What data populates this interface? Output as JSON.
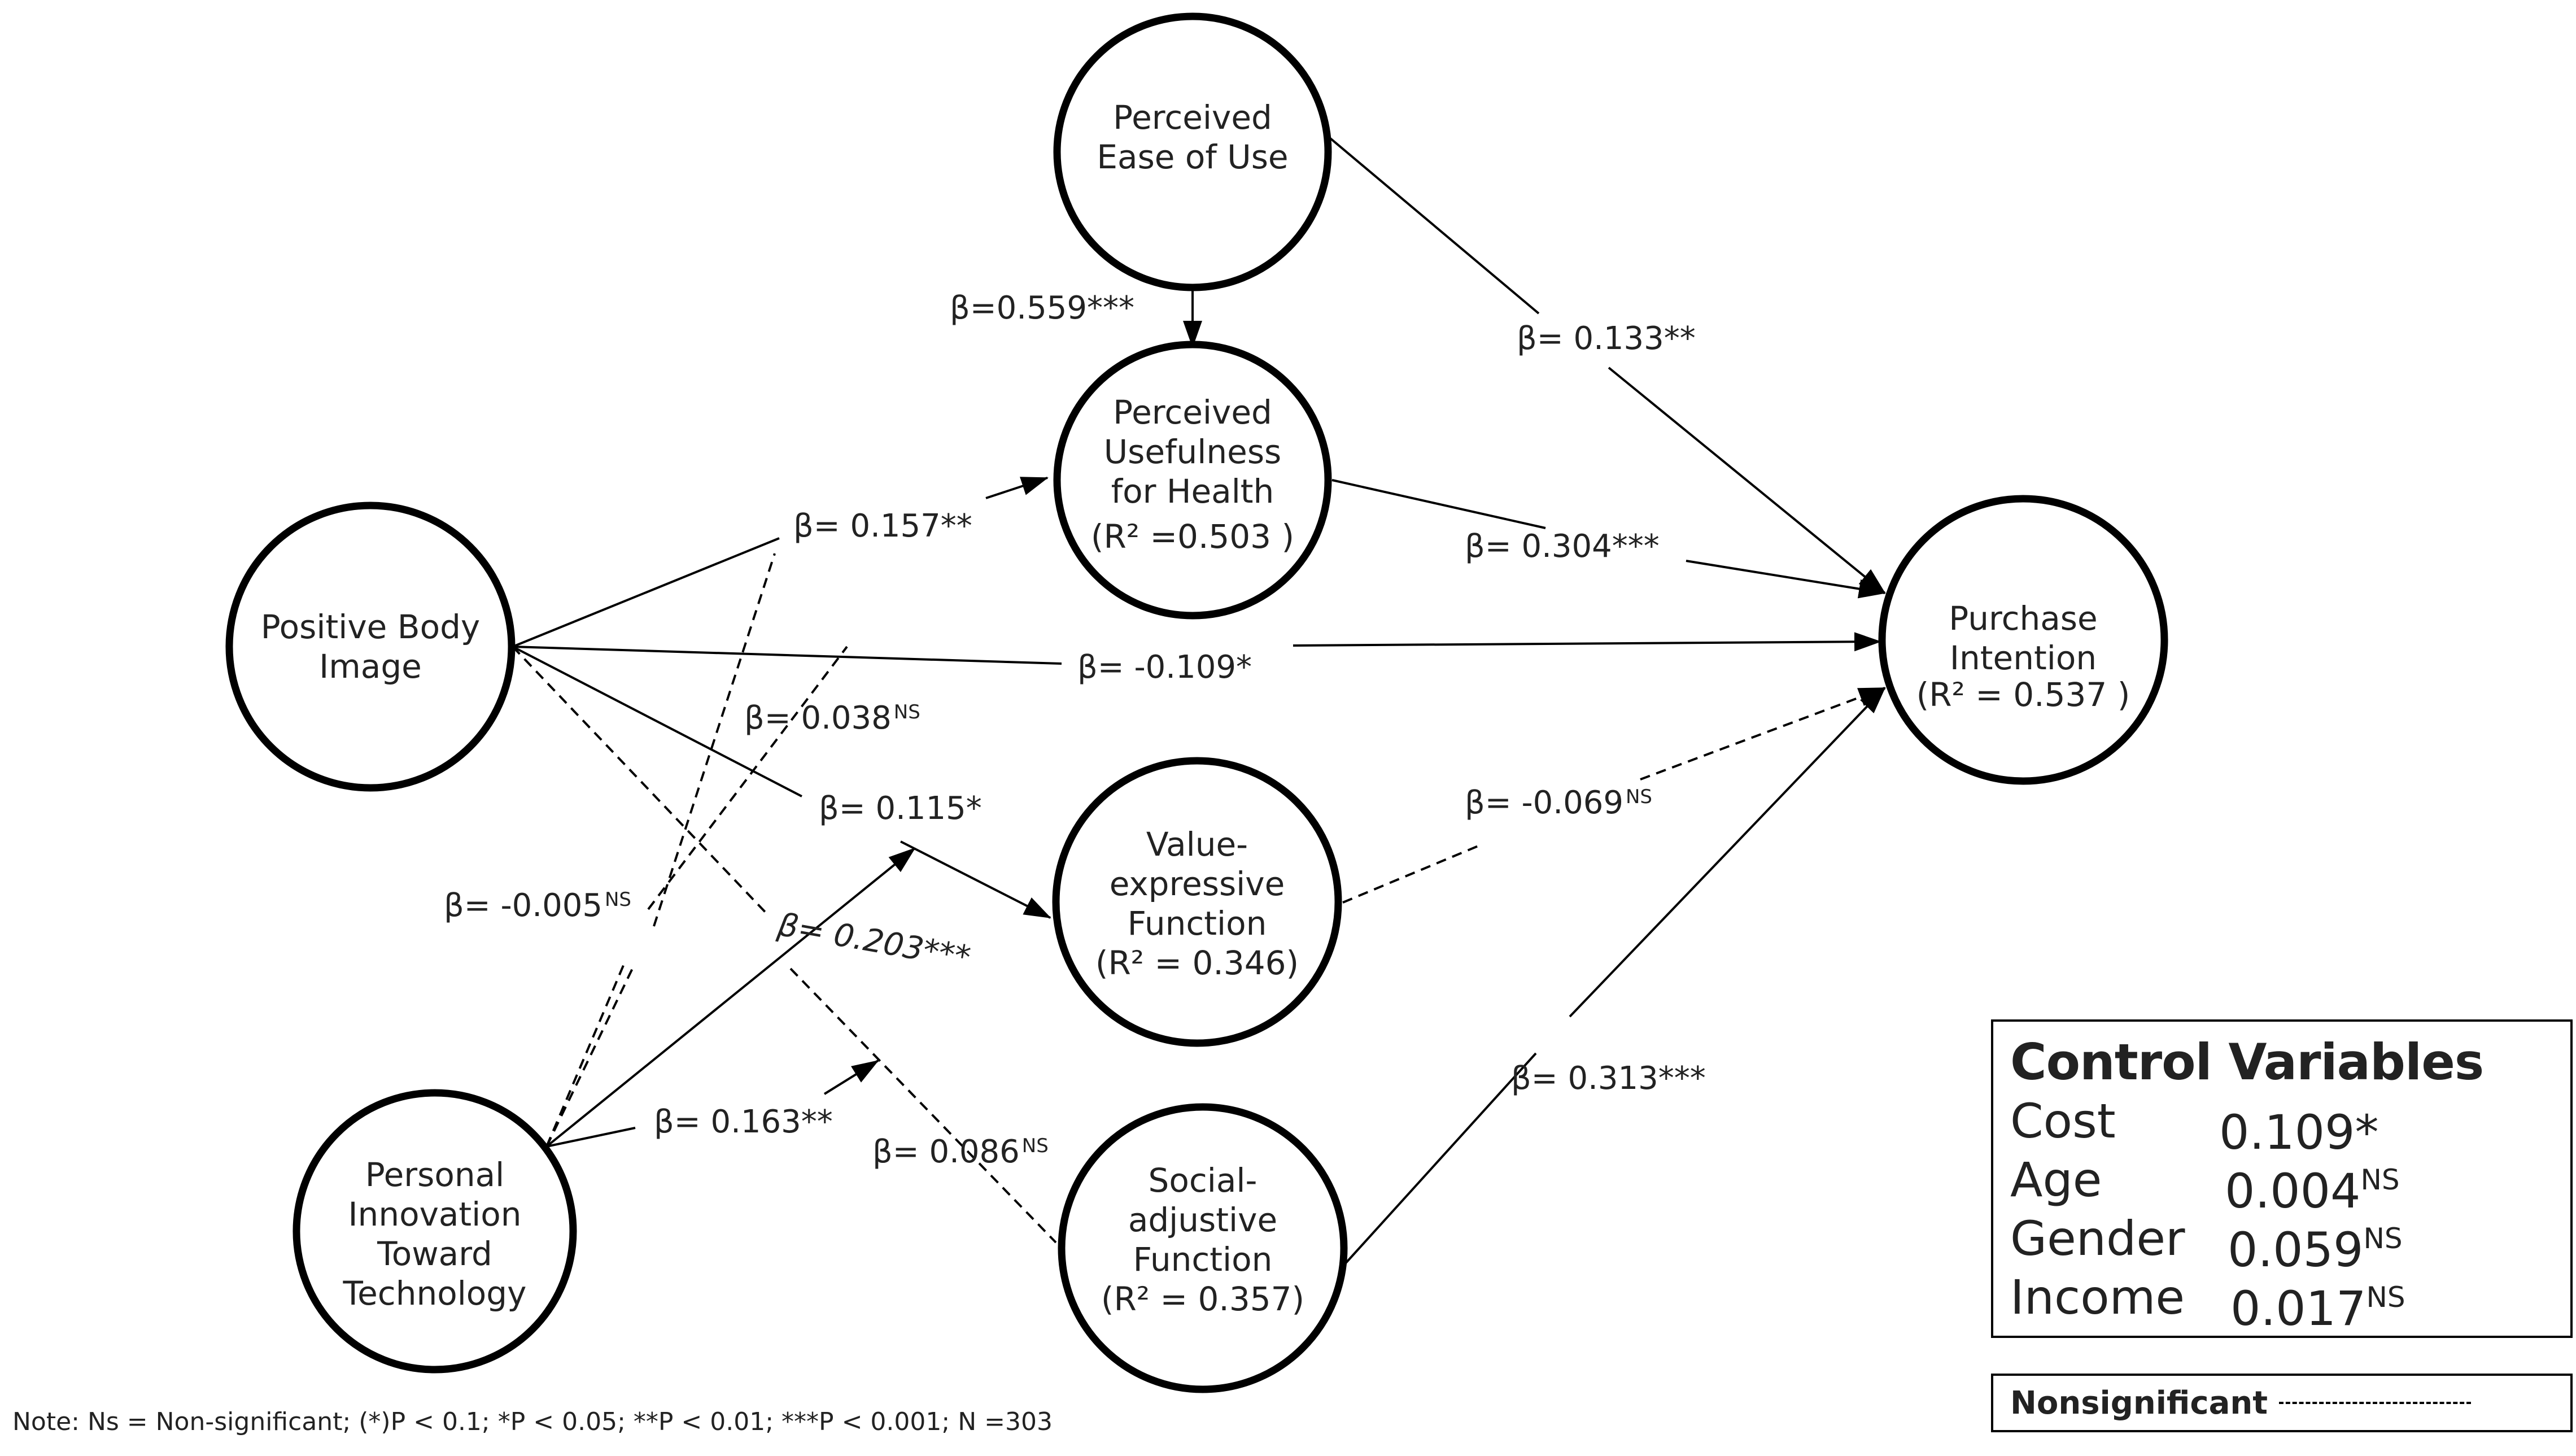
{
  "nodes": {
    "peou": {
      "lines": [
        "Perceived",
        "Ease of Use"
      ]
    },
    "puh": {
      "lines": [
        "Perceived",
        "Usefulness",
        "for Health",
        "(R² =0.503 )"
      ]
    },
    "pbi": {
      "lines": [
        "Positive Body",
        "Image"
      ]
    },
    "pi": {
      "lines": [
        "Purchase",
        "Intention",
        "(R² = 0.537 )"
      ]
    },
    "vef": {
      "lines": [
        "Value-",
        "expressive",
        "Function",
        "(R² = 0.346)"
      ]
    },
    "saf": {
      "lines": [
        "Social-",
        "adjustive",
        "Function",
        "(R² = 0.357)"
      ]
    },
    "pitt": {
      "lines": [
        "Personal",
        "Innovation",
        "Toward",
        "Technology"
      ]
    }
  },
  "paths": {
    "peou_puh": {
      "value": "β=0.559***",
      "sup": ""
    },
    "peou_pi": {
      "value": "β= 0.133**",
      "sup": ""
    },
    "pbi_puh": {
      "value": "β= 0.157**",
      "sup": ""
    },
    "puh_pi": {
      "value": "β= 0.304***",
      "sup": ""
    },
    "pbi_pi": {
      "value": "β= -0.109*",
      "sup": ""
    },
    "pitt_puh": {
      "value": "β= 0.038",
      "sup": "NS"
    },
    "pbi_vef": {
      "value": "β= 0.115*",
      "sup": ""
    },
    "vef_pi": {
      "value": "β= -0.069",
      "sup": "NS"
    },
    "pitt_pbi": {
      "value": "β= -0.005",
      "sup": "NS"
    },
    "pitt_vef": {
      "value": "β= 0.203***",
      "sup": ""
    },
    "pitt_saf": {
      "value": "β= 0.163**",
      "sup": ""
    },
    "pbi_saf": {
      "value": "β= 0.086",
      "sup": "NS"
    },
    "saf_pi": {
      "value": "β= 0.313***",
      "sup": ""
    }
  },
  "controls": {
    "title": "Control Variables",
    "rows": [
      {
        "name": "Cost",
        "value": "0.109*",
        "sup": ""
      },
      {
        "name": "Age",
        "value": "0.004",
        "sup": "NS"
      },
      {
        "name": "Gender",
        "value": "0.059",
        "sup": "NS"
      },
      {
        "name": "Income",
        "value": "0.017",
        "sup": "NS"
      }
    ]
  },
  "legend": {
    "label": "Nonsignificant"
  },
  "note": "Note: Ns = Non-significant;  (*)P < 0.1;  *P < 0.05; **P < 0.01; ***P < 0.001; N =303"
}
